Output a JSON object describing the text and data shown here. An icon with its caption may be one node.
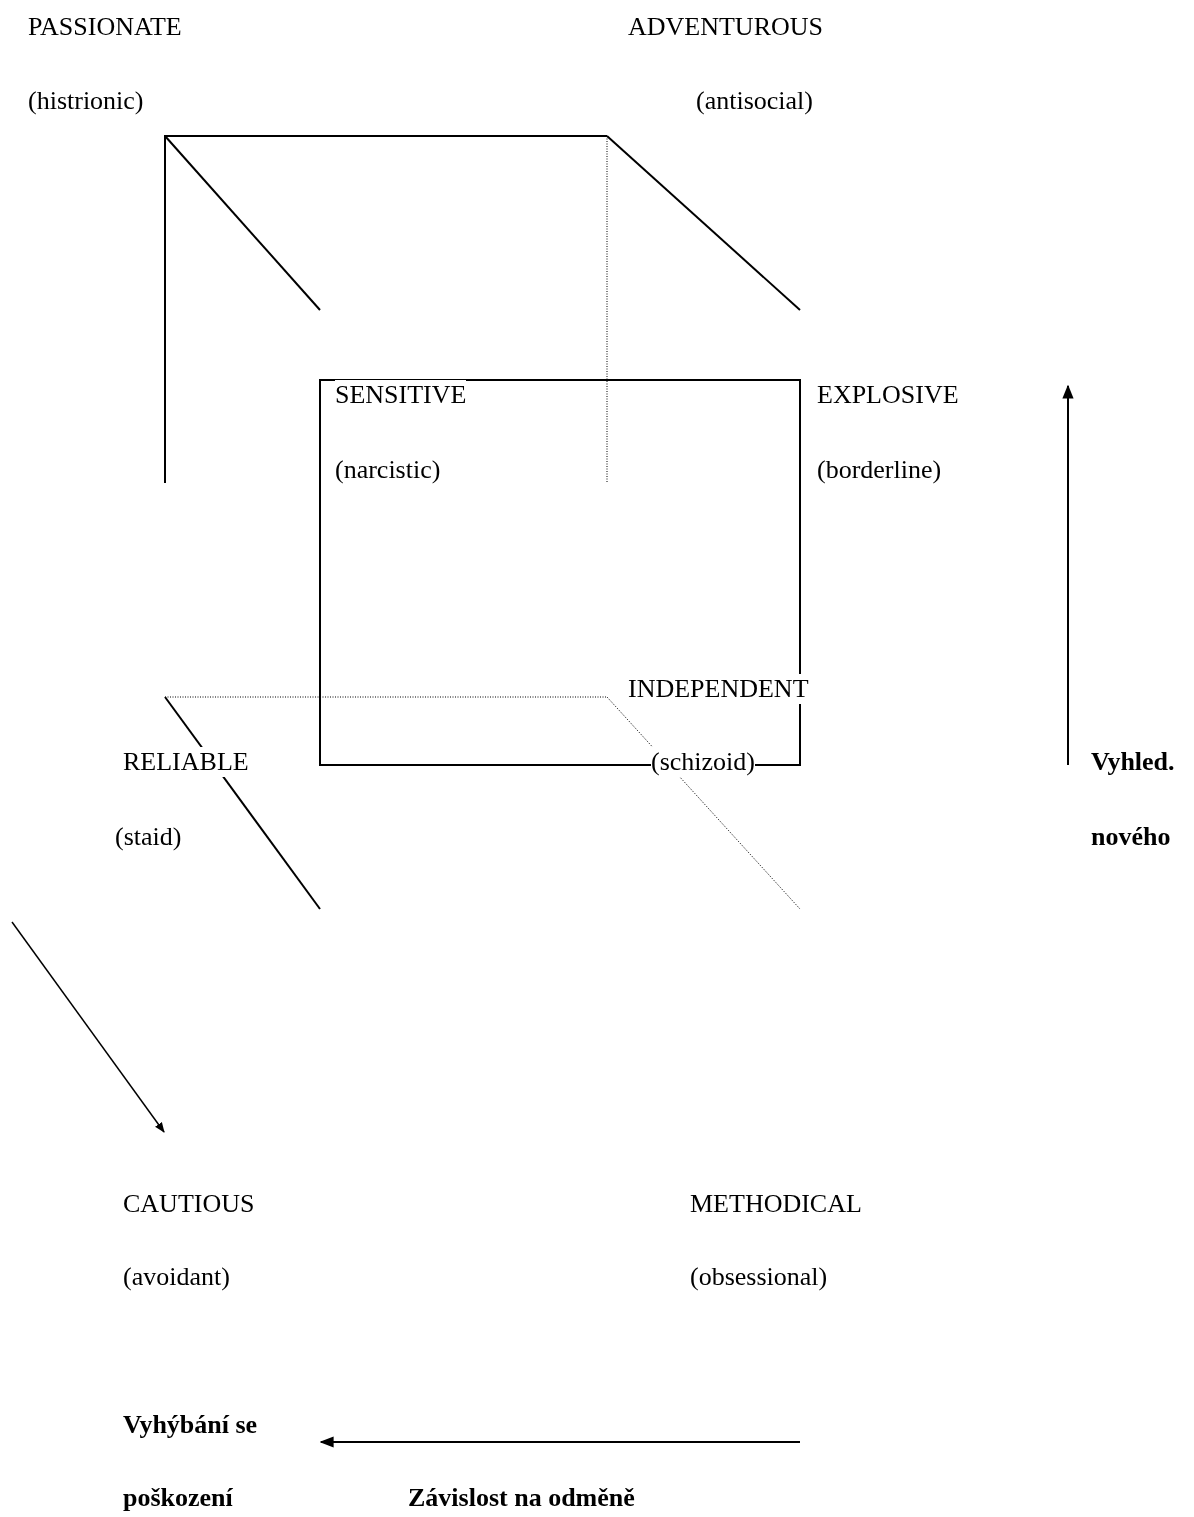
{
  "diagram": {
    "labels": [
      "PASSIONATE",
      "ADVENTUROUS",
      "(histrionic)",
      "(antisocial)",
      "SENSITIVE",
      "EXPLOSIVE",
      "(narcistic)",
      "(borderline)",
      "INDEPENDENT",
      "RELIABLE",
      "(schizoid)",
      "Vyhled.",
      "(staid)",
      "nového",
      "CAUTIOUS",
      "METHODICAL",
      "(avoidant)",
      "(obsessional)",
      "Vyhýbání se",
      "poškození",
      "Závislost na odměně"
    ]
  }
}
